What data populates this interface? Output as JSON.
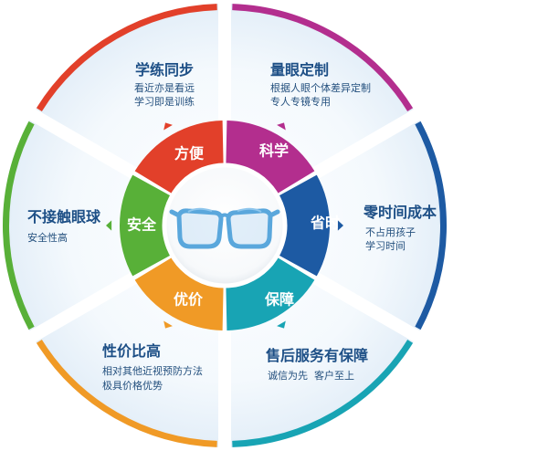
{
  "segments": [
    {
      "key": "top-left",
      "color": "#e2402a",
      "inner_label": "方便",
      "title": "学练同步",
      "desc": [
        "看近亦是看远",
        "学习即是训练"
      ]
    },
    {
      "key": "top-right",
      "color": "#b32e8e",
      "inner_label": "科学",
      "title": "量眼定制",
      "desc": [
        "根据人眼个体差异定制",
        "专人专镜专用"
      ]
    },
    {
      "key": "right",
      "color": "#1d5aa3",
      "inner_label": "省时",
      "title": "零时间成本",
      "desc": [
        "不占用孩子",
        "学习时间"
      ]
    },
    {
      "key": "bottom-right",
      "color": "#18a4b4",
      "inner_label": "保障",
      "title": "售后服务有保障",
      "desc": [
        "诚信为先  客户至上"
      ]
    },
    {
      "key": "bottom-left",
      "color": "#f09a26",
      "inner_label": "优价",
      "title": "性价比高",
      "desc": [
        "相对其他近视预防方法",
        "极具价格优势"
      ]
    },
    {
      "key": "left",
      "color": "#58b038",
      "inner_label": "安全",
      "title": "不接触眼球",
      "desc": [
        "安全性高"
      ]
    }
  ],
  "center": {
    "icon": "glasses-icon",
    "frame_color": "#5aa7dc"
  }
}
